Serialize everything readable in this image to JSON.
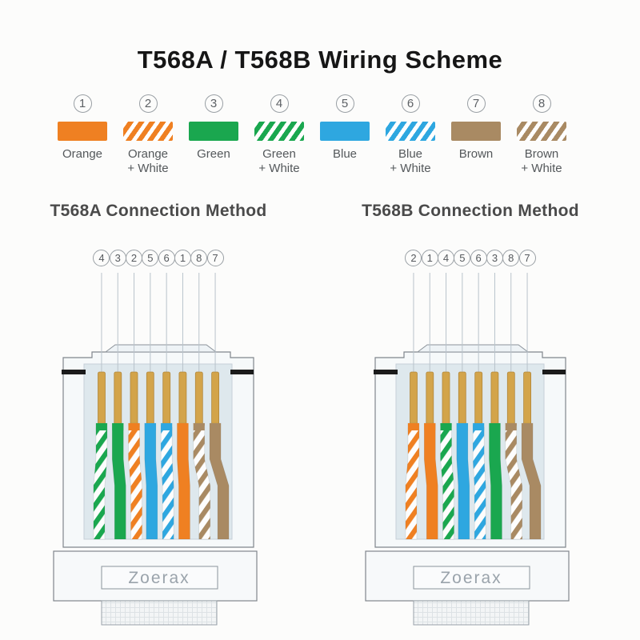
{
  "title": "T568A / T568B Wiring Scheme",
  "legend": {
    "items": [
      {
        "number": "1",
        "label": "Orange",
        "sublabel": "",
        "color": "#ef8022",
        "striped": false
      },
      {
        "number": "2",
        "label": "Orange",
        "sublabel": "+ White",
        "color": "#ef8022",
        "striped": true
      },
      {
        "number": "3",
        "label": "Green",
        "sublabel": "",
        "color": "#1aa74f",
        "striped": false
      },
      {
        "number": "4",
        "label": "Green",
        "sublabel": "+ White",
        "color": "#1aa74f",
        "striped": true
      },
      {
        "number": "5",
        "label": "Blue",
        "sublabel": "",
        "color": "#2ea7e0",
        "striped": false
      },
      {
        "number": "6",
        "label": "Blue",
        "sublabel": "+ White",
        "color": "#2ea7e0",
        "striped": true
      },
      {
        "number": "7",
        "label": "Brown",
        "sublabel": "",
        "color": "#a98a63",
        "striped": false
      },
      {
        "number": "8",
        "label": "Brown",
        "sublabel": "+ White",
        "color": "#a98a63",
        "striped": true
      }
    ]
  },
  "connectors": [
    {
      "heading": "T568A Connection Method",
      "pin_order": [
        "4",
        "3",
        "2",
        "5",
        "6",
        "1",
        "8",
        "7"
      ],
      "brand": "Zoerax"
    },
    {
      "heading": "T568B Connection Method",
      "pin_order": [
        "2",
        "1",
        "4",
        "5",
        "6",
        "3",
        "8",
        "7"
      ],
      "brand": "Zoerax"
    }
  ],
  "colors": {
    "pin_gold": "#d3a44a",
    "pin_gold_edge": "#b1873c",
    "aperture_fill": "#dee8ed",
    "body_fill": "#f6f9fa",
    "outline": "#80868c",
    "guide_line": "#b9c3cb",
    "side_mark": "#1b1b1b",
    "brand_text": "#9aa3ab"
  }
}
